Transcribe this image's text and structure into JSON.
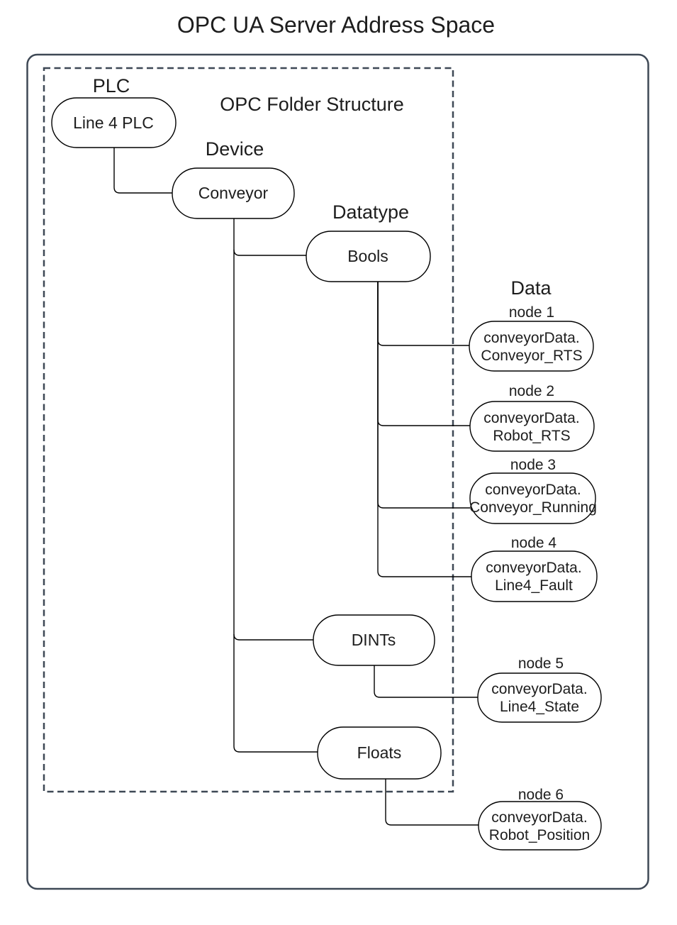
{
  "title": "OPC UA Server Address Space",
  "annotation": "OPC Folder Structure",
  "levels": {
    "plc": "PLC",
    "device": "Device",
    "datatype": "Datatype",
    "data": "Data"
  },
  "folders": {
    "plc_node": "Line 4 PLC",
    "device_node": "Conveyor",
    "datatype_bools": "Bools",
    "datatype_dints": "DINTs",
    "datatype_floats": "Floats"
  },
  "data_nodes": [
    {
      "label": "node 1",
      "line1": "conveyorData.",
      "line2": "Conveyor_RTS"
    },
    {
      "label": "node 2",
      "line1": "conveyorData.",
      "line2": "Robot_RTS"
    },
    {
      "label": "node 3",
      "line1": "conveyorData.",
      "line2": "Conveyor_Running"
    },
    {
      "label": "node 4",
      "line1": "conveyorData.",
      "line2": "Line4_Fault"
    },
    {
      "label": "node 5",
      "line1": "conveyorData.",
      "line2": "Line4_State"
    },
    {
      "label": "node 6",
      "line1": "conveyorData.",
      "line2": "Robot_Position"
    }
  ],
  "colors": {
    "annotation": "#f21616",
    "frame": "#3e4855",
    "line": "#000000",
    "text": "#1d1d1d"
  }
}
